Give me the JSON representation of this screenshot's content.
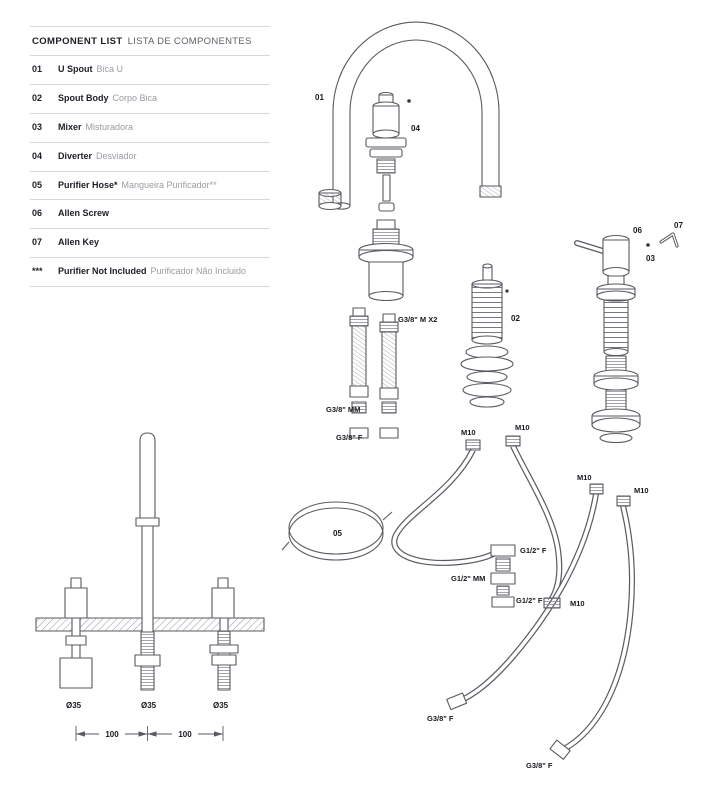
{
  "component_list": {
    "title_en": "COMPONENT LIST",
    "title_pt": "LISTA DE COMPONENTES",
    "items": [
      {
        "num": "01",
        "en": "U Spout",
        "pt": "Bica U"
      },
      {
        "num": "02",
        "en": "Spout Body",
        "pt": "Corpo Bica"
      },
      {
        "num": "03",
        "en": "Mixer",
        "pt": "Misturadora"
      },
      {
        "num": "04",
        "en": "Diverter",
        "pt": "Desviador"
      },
      {
        "num": "05",
        "en": "Purifier Hose*",
        "pt": "Mangueira Purificador**"
      },
      {
        "num": "06",
        "en": "Allen Screw",
        "pt": ""
      },
      {
        "num": "07",
        "en": "Allen Key",
        "pt": ""
      },
      {
        "num": "***",
        "en": "Purifier Not Included",
        "pt": "Purificador Não Incluido"
      }
    ]
  },
  "exploded_view": {
    "part_labels": {
      "p01": "01",
      "p02": "02",
      "p03": "03",
      "p04": "04",
      "p05": "05",
      "p06": "06",
      "p07": "07"
    },
    "fitting_labels": {
      "g38mx2": "G3/8\" M X2",
      "g38mm": "G3/8\" MM",
      "g38f_top": "G3/8\" F",
      "m10_left": "M10",
      "m10_mid": "M10",
      "m10_right_a": "M10",
      "m10_right_b": "M10",
      "g12f_a": "G1/2\" F",
      "g12mm": "G1/2\" MM",
      "g12f_b": "G1/2\" F",
      "m10_low": "M10",
      "g38f_bottom_a": "G3/8\" F",
      "g38f_bottom_b": "G3/8\" F"
    }
  },
  "installation_view": {
    "diameters": [
      "Ø35",
      "Ø35",
      "Ø35"
    ],
    "dim_a": "100",
    "dim_b": "100"
  },
  "colors": {
    "line": "#5a5a62",
    "text_dark": "#1d1d26",
    "text_muted": "#9b9ba3"
  }
}
